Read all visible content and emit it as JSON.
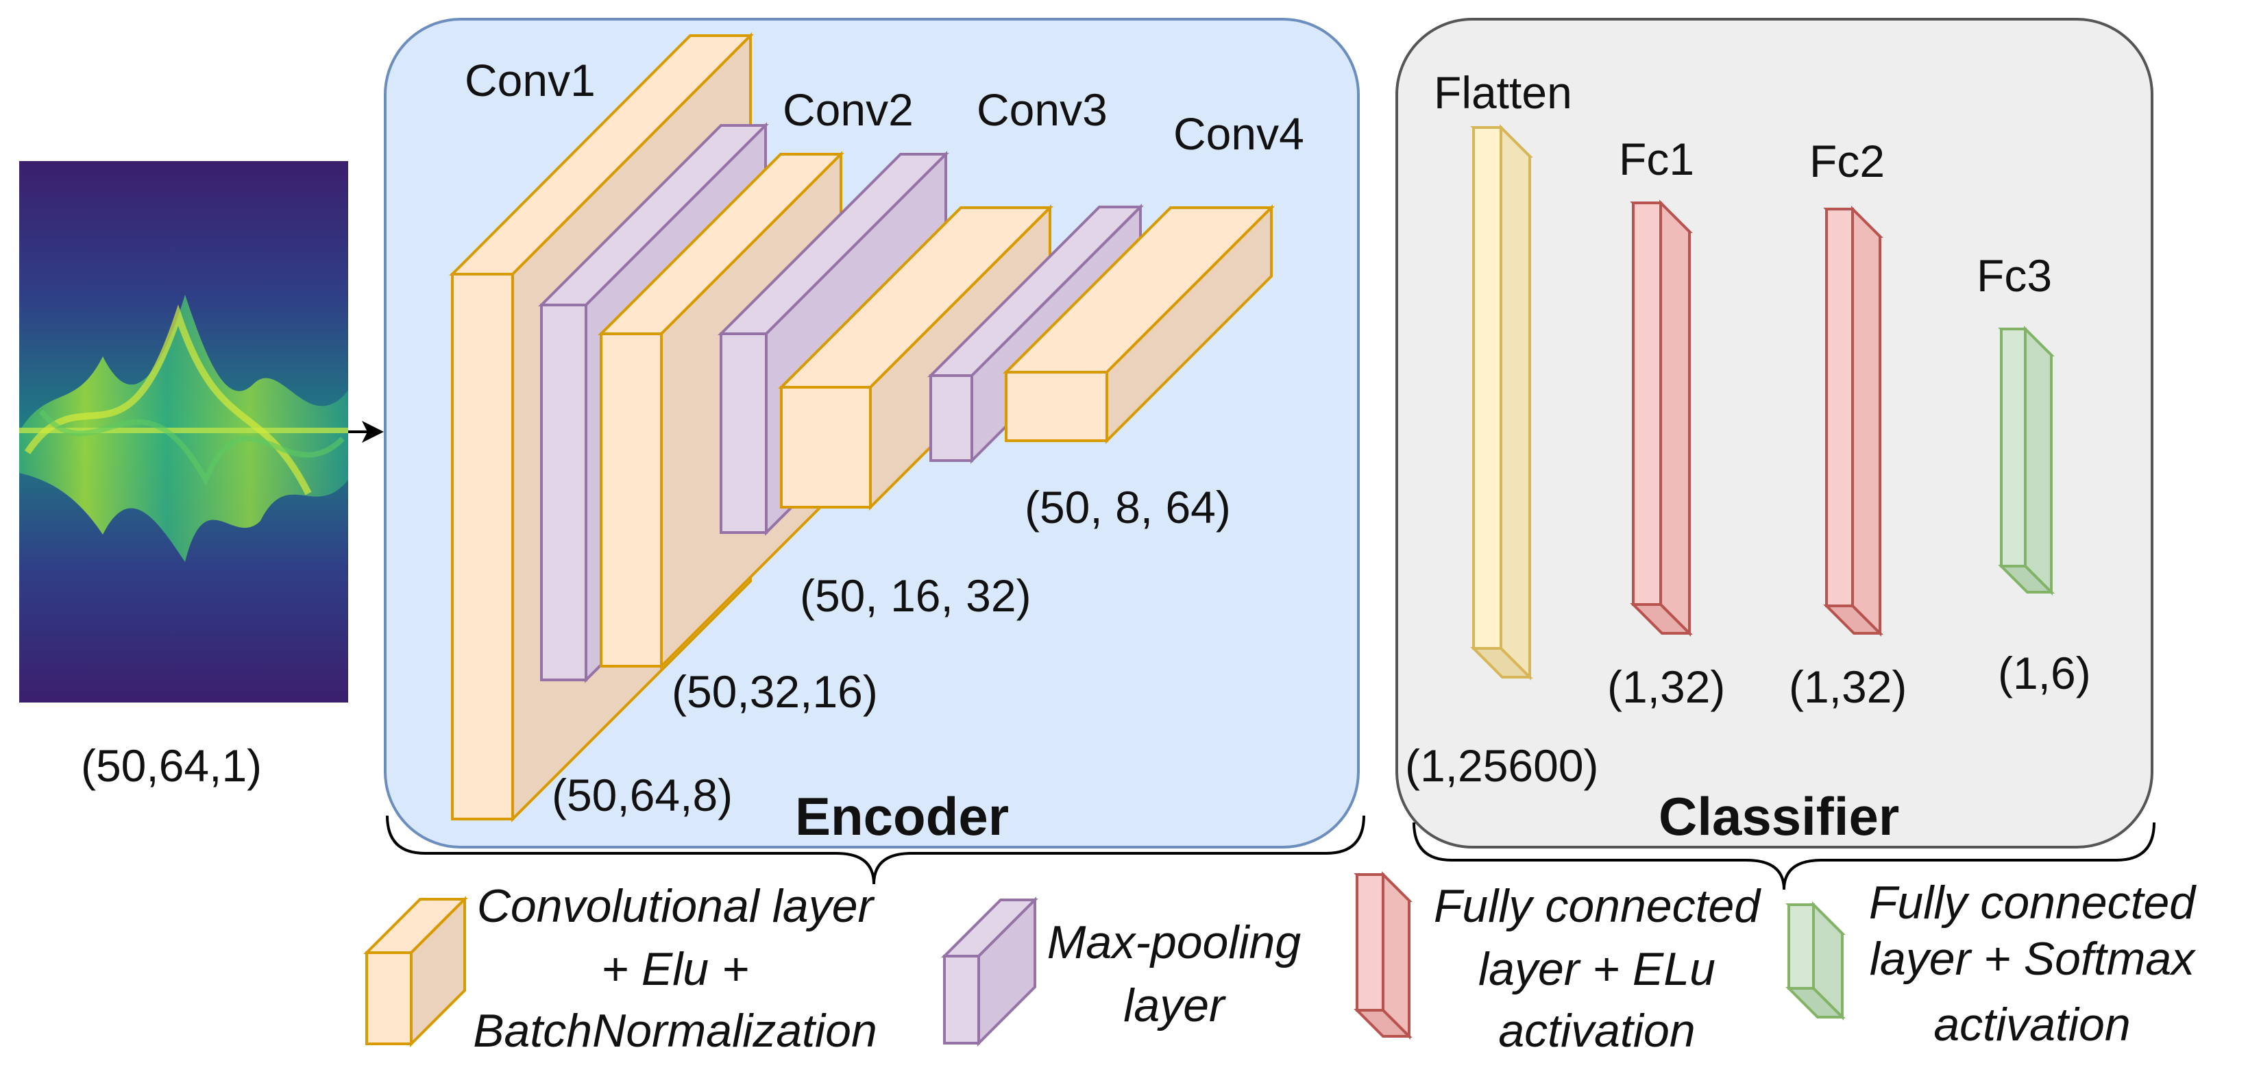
{
  "input": {
    "shape": "(50,64,1)"
  },
  "encoder": {
    "title": "Encoder",
    "layers": {
      "conv1": "Conv1",
      "conv2": "Conv2",
      "conv3": "Conv3",
      "conv4": "Conv4"
    },
    "shapes": {
      "s1": "(50,64,8)",
      "s2": "(50,32,16)",
      "s3": "(50, 16, 32)",
      "s4": "(50, 8, 64)"
    }
  },
  "classifier": {
    "title": "Classifier",
    "layers": {
      "flatten": "Flatten",
      "fc1": "Fc1",
      "fc2": "Fc2",
      "fc3": "Fc3"
    },
    "shapes": {
      "flatten": "(1,25600)",
      "fc1": "(1,32)",
      "fc2": "(1,32)",
      "fc3": "(1,6)"
    }
  },
  "legend": {
    "conv": [
      "Convolutional layer",
      "+ Elu +",
      "BatchNormalization"
    ],
    "pool": [
      "Max-pooling",
      "layer"
    ],
    "fc_elu": [
      "Fully connected",
      "layer  + ELu",
      "activation"
    ],
    "fc_softmax": [
      "Fully connected",
      "layer + Softmax",
      "activation"
    ]
  },
  "colors": {
    "encoder_bg": "#dae8fc",
    "encoder_border": "#6c8ebf",
    "classifier_bg": "#eeeeee",
    "classifier_border": "#555555",
    "conv": "#ffe6cc",
    "conv_stroke": "#d79b00",
    "pool": "#e1d5e7",
    "pool_stroke": "#9673a6",
    "flatten": "#fff2cc",
    "flatten_stroke": "#d6b656",
    "fc_elu": "#f8cecc",
    "fc_elu_stroke": "#b85450",
    "fc_softmax": "#d5e8d4",
    "fc_softmax_stroke": "#82b366"
  }
}
